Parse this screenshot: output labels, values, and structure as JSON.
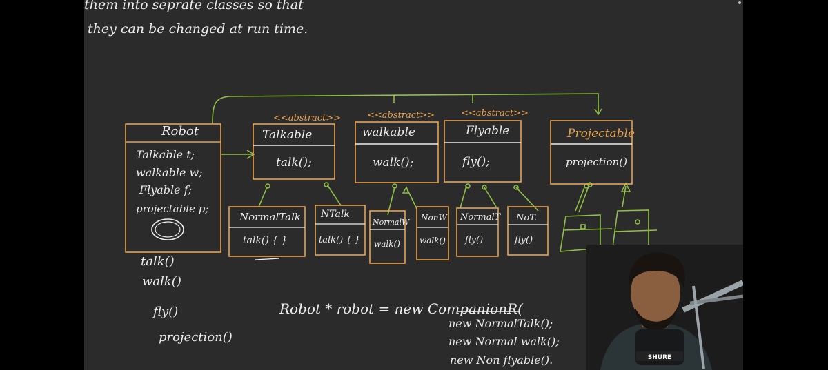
{
  "notes": {
    "line1": "them into seprate classes so that",
    "line2": "they can be changed at run time."
  },
  "robot": {
    "title": "Robot",
    "fields": [
      "Talkable t;",
      "walkable w;",
      "Flyable f;",
      "projectable p;"
    ],
    "methods": [
      "talk()",
      "walk()",
      "fly()",
      "projection()"
    ]
  },
  "stereotype": "<<abstract>>",
  "interfaces": [
    {
      "name": "Talkable",
      "method": "talk();"
    },
    {
      "name": "walkable",
      "method": "walk();"
    },
    {
      "name": "Flyable",
      "method": "fly();"
    },
    {
      "name": "Projectable",
      "method": "projection()"
    }
  ],
  "impls": [
    {
      "name": "NormalTalk",
      "method": "talk() { }"
    },
    {
      "name": "NTalk",
      "method": "talk() { }"
    },
    {
      "name": "NormalW",
      "method": "walk()"
    },
    {
      "name": "NonW",
      "method": "walk()"
    },
    {
      "name": "NormalT",
      "method": "fly()"
    },
    {
      "name": "NoT.",
      "method": "fly()"
    }
  ],
  "code": {
    "line1": "Robot * robot = new CompanionR(",
    "line2": "new NormalTalk();",
    "line3": "new Normal walk();",
    "line4": "new Non flyable()."
  },
  "colors": {
    "canvas": "#2b2b2b",
    "ink_white": "#ececec",
    "ink_orange": "#e8a24e",
    "ink_green": "#8fbf45"
  },
  "webcam": {
    "mic_brand": "SHURE"
  }
}
